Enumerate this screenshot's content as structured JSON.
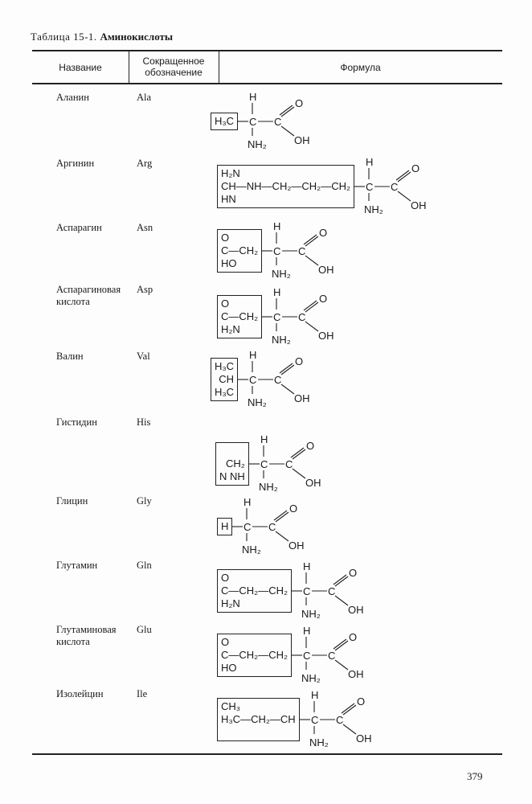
{
  "caption": {
    "prefix": "Таблица 15-1.",
    "title": "Аминокислоты"
  },
  "headers": {
    "name": "Название",
    "abbr": "Сокращенное\nобозначение",
    "formula": "Формула"
  },
  "backbone": {
    "h": "H",
    "c": "C",
    "nh2": "NH₂",
    "o": "O",
    "oh": "OH"
  },
  "rows": [
    {
      "name": "Аланин",
      "abbr": "Ala",
      "side": [
        "H₃C"
      ]
    },
    {
      "name": "Аргинин",
      "abbr": "Arg",
      "side": [
        "H₂N",
        "CH—NH—CH₂—CH₂—CH₂",
        "HN"
      ]
    },
    {
      "name": "Аспарагин",
      "abbr": "Asn",
      "side": [
        "O",
        "C—CH₂",
        "HO"
      ]
    },
    {
      "name": "Аспарагиновая\nкислота",
      "abbr": "Asp",
      "side": [
        "O",
        "C—CH₂",
        "H₂N"
      ]
    },
    {
      "name": "Валин",
      "abbr": "Val",
      "side": [
        "H₃C",
        "CH",
        "H₃C"
      ]
    },
    {
      "name": "Гистидин",
      "abbr": "His",
      "side": [
        "",
        "CH₂",
        "N   NH"
      ]
    },
    {
      "name": "Глицин",
      "abbr": "Gly",
      "side": [
        "H"
      ]
    },
    {
      "name": "Глутамин",
      "abbr": "Gln",
      "side": [
        "O",
        "C—CH₂—CH₂",
        "H₂N"
      ]
    },
    {
      "name": "Глутаминовая\nкислота",
      "abbr": "Glu",
      "side": [
        "O",
        "C—CH₂—CH₂",
        "HO"
      ]
    },
    {
      "name": "Изолейцин",
      "abbr": "Ile",
      "side": [
        "CH₃",
        "H₃C—CH₂—CH",
        ""
      ]
    }
  ],
  "page_number": "379"
}
